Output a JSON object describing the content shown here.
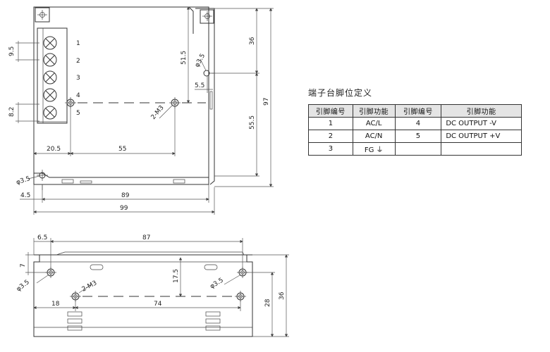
{
  "top_view": {
    "terminal_numbers": [
      "1",
      "2",
      "3",
      "4",
      "5"
    ],
    "dims": {
      "pitch": "9.5",
      "block": "8.2",
      "d_51_5": "51.5",
      "d_36": "36",
      "d_97": "97",
      "d_55_5": "55.5",
      "d_5_5": "5.5",
      "hole_top": "φ3.5",
      "m3": "2-M3",
      "d_20_5": "20.5",
      "d_55": "55",
      "hole_left": "φ3.5",
      "d_4_5": "4.5",
      "d_89": "89",
      "d_99": "99"
    }
  },
  "bottom_view": {
    "dims": {
      "d_6_5": "6.5",
      "d_87": "87",
      "d_7": "7",
      "hole_left": "φ3.5",
      "m3": "2-M3",
      "d_17_5": "17.5",
      "hole_right": "φ3.5",
      "d_28": "28",
      "d_36": "36",
      "d_18": "18",
      "d_74": "74"
    }
  },
  "pin_table": {
    "title": "端子台脚位定义",
    "headers": [
      "引脚编号",
      "引脚功能",
      "引脚编号",
      "引脚功能"
    ],
    "rows": [
      {
        "pin_a": "1",
        "func_a": "AC/L",
        "pin_b": "4",
        "func_b": "DC OUTPUT -V"
      },
      {
        "pin_a": "2",
        "func_a": "AC/N",
        "pin_b": "5",
        "func_b": "DC OUTPUT +V"
      },
      {
        "pin_a": "3",
        "func_a": "FG",
        "fg_symbol": "⏚",
        "pin_b": "",
        "func_b": ""
      }
    ]
  }
}
